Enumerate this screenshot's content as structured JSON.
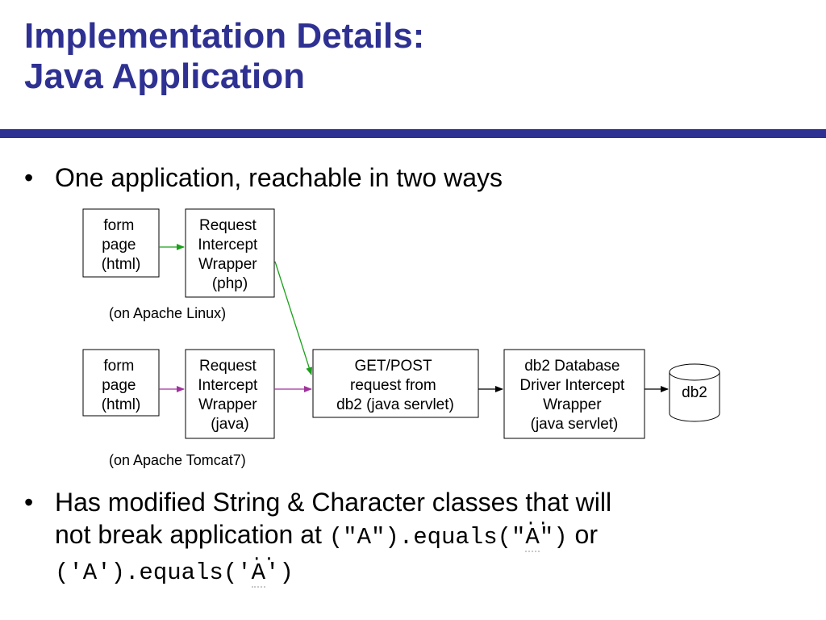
{
  "slide": {
    "title_line1": "Implementation Details:",
    "title_line2": "Java Application",
    "accent_color": "#2e3192"
  },
  "bullets": {
    "first": "One application, reachable in two ways",
    "second_line1": "Has modified String & Character classes that will",
    "second_line2_prefix": "not break application at",
    "code1_start": "(\"A\").equals(\"",
    "code1_char": "A",
    "code1_end": "\")",
    "or_word": "or",
    "code2_start": "('A').equals('",
    "code2_char": "A",
    "code2_end": "')",
    "umlaut_marks": "··"
  },
  "diagram": {
    "boxes": {
      "form_top": [
        "form",
        "page",
        "(html)"
      ],
      "riw_php": [
        "Request",
        "Intercept",
        "Wrapper",
        "(php)"
      ],
      "form_bottom": [
        "form",
        "page",
        "(html)"
      ],
      "riw_java": [
        "Request",
        "Intercept",
        "Wrapper",
        "(java)"
      ],
      "get_post": [
        "GET/POST",
        "request from",
        "db2 (java servlet)"
      ],
      "db2_driver": [
        "db2 Database",
        "Driver Intercept",
        "Wrapper",
        "(java servlet)"
      ],
      "db2": [
        "db2"
      ]
    },
    "labels": {
      "apache_linux": "(on Apache Linux)",
      "apache_tomcat": "(on Apache Tomcat7)"
    },
    "colors": {
      "green_arrow": "#1aa01a",
      "purple_arrow": "#a0329c",
      "black_arrow": "#000000"
    }
  }
}
